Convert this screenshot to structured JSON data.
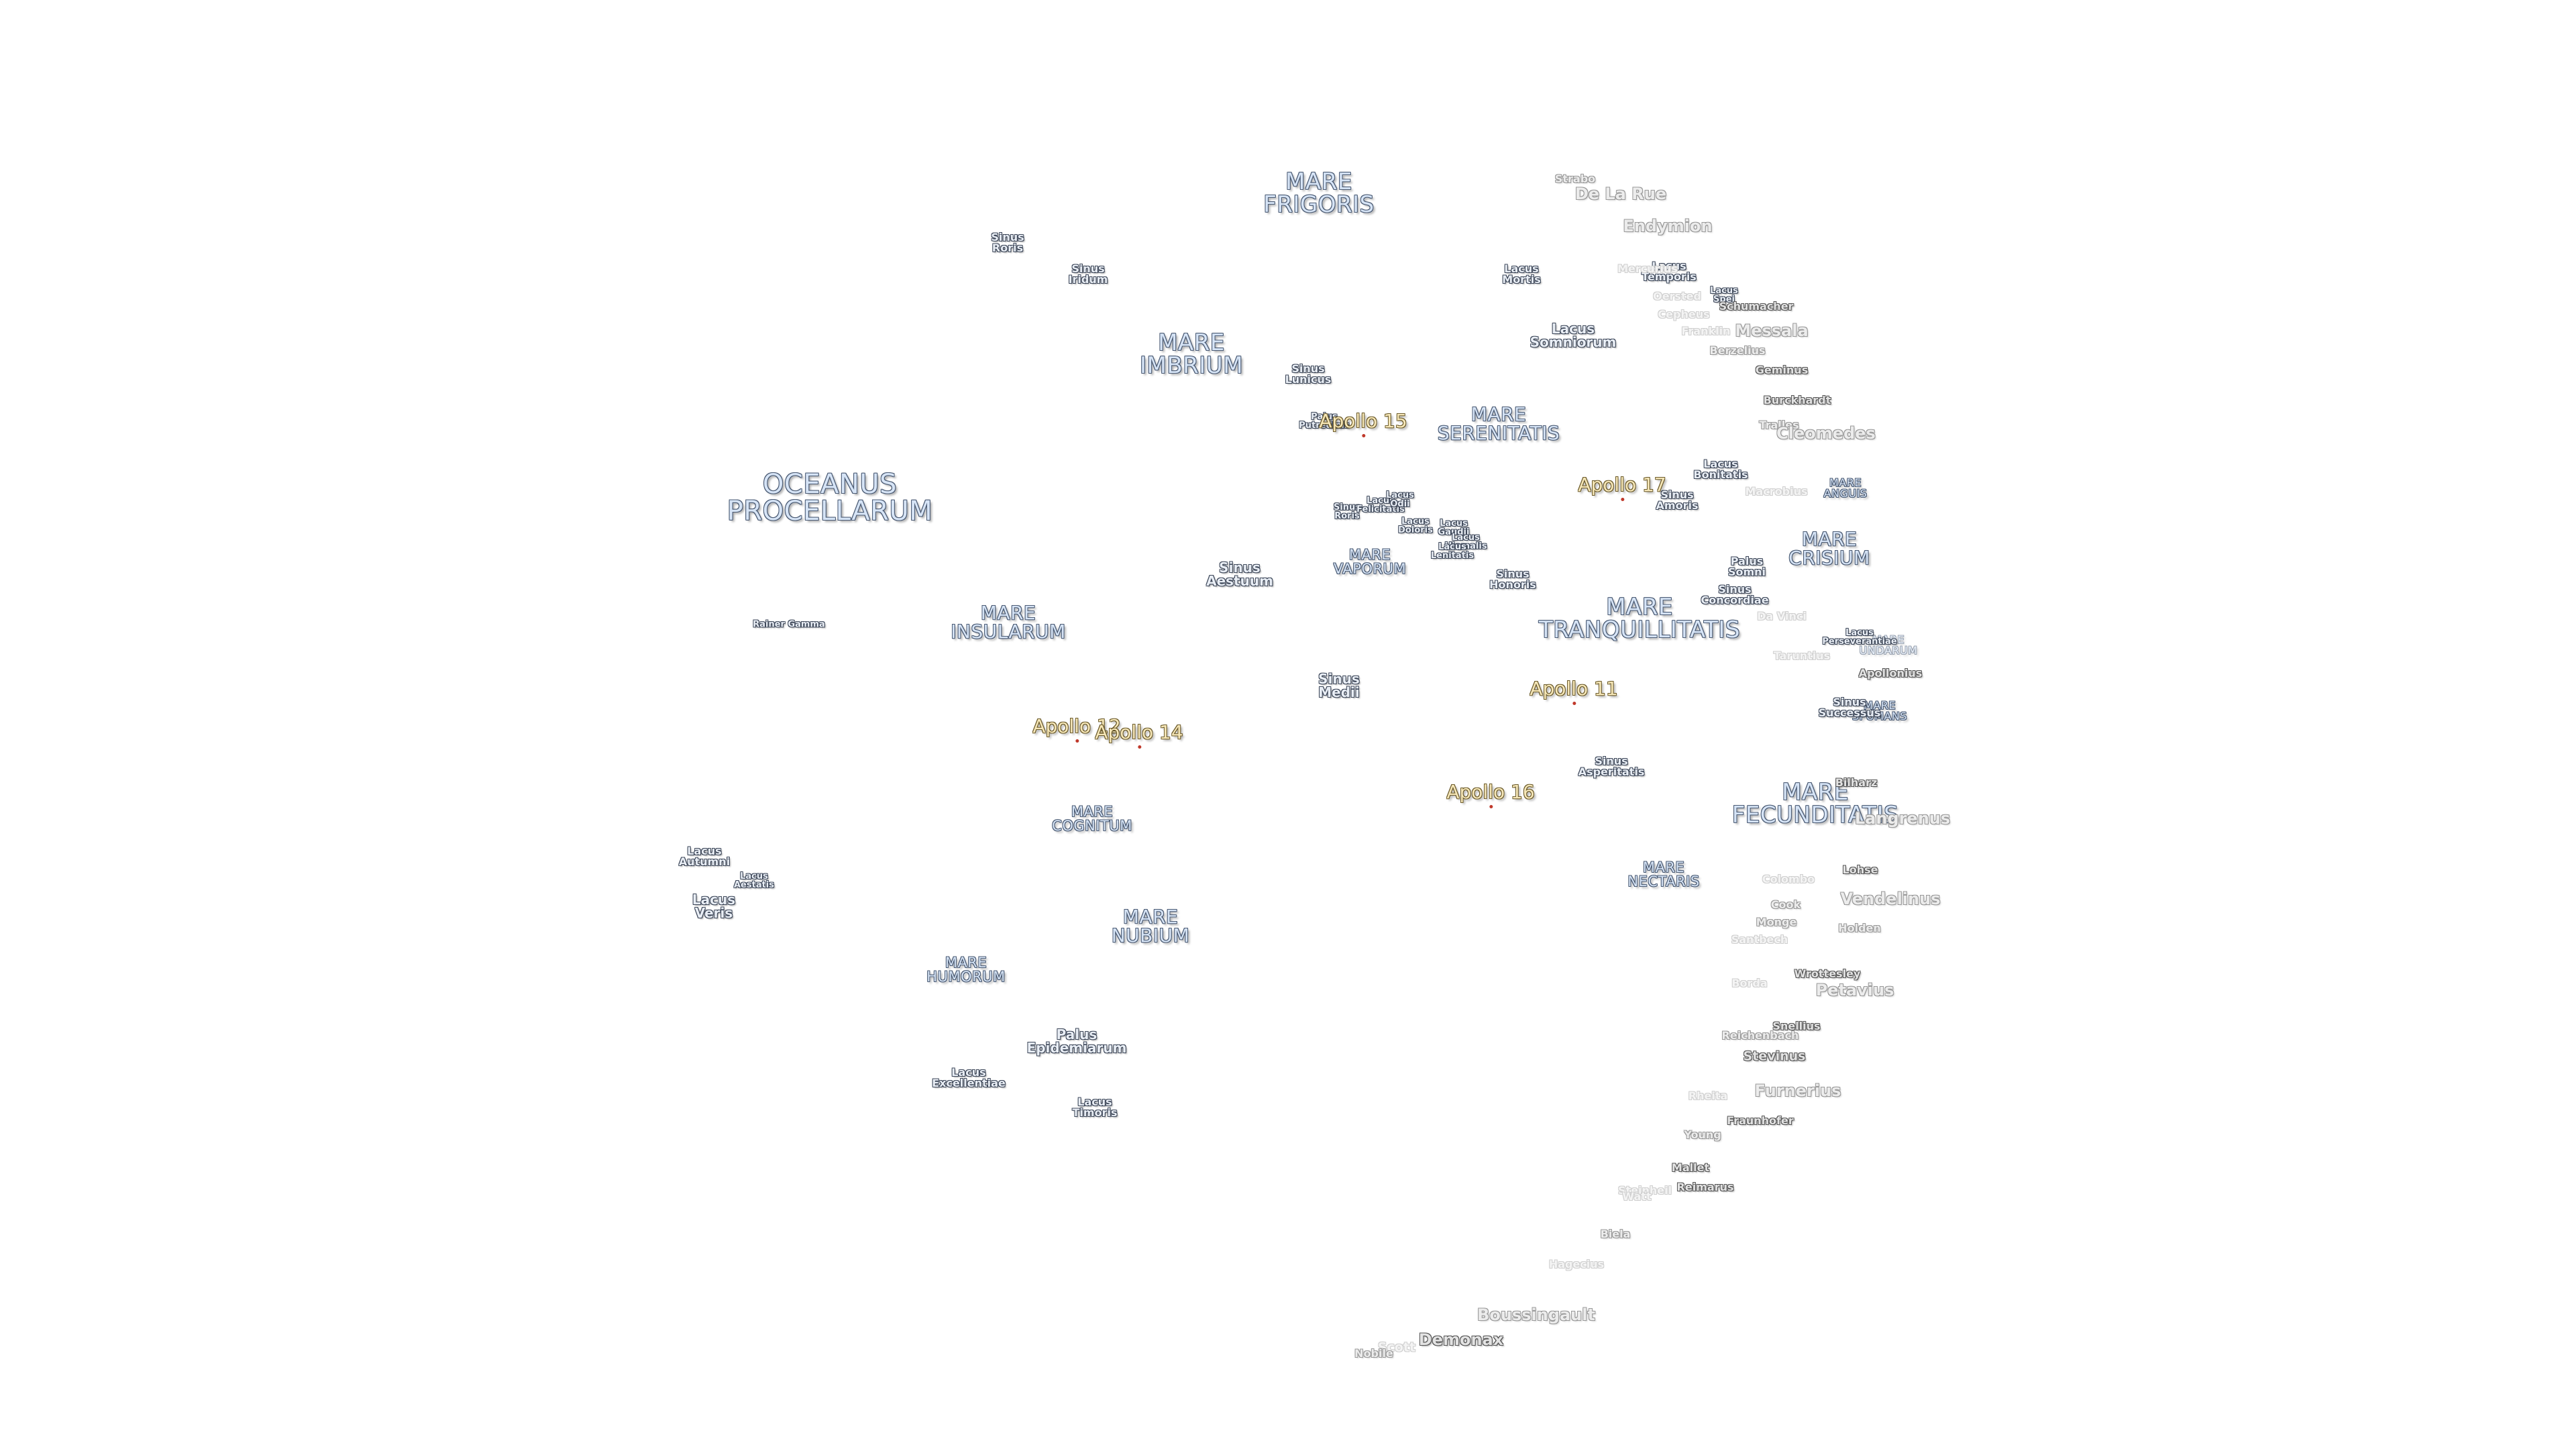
{
  "map": {
    "maria": [
      {
        "text": "OCEANUS\nPROCELLARUM",
        "size": "ocean"
      },
      {
        "text": "MARE\nFRIGORIS",
        "size": "mare-l"
      },
      {
        "text": "MARE\nIMBRIUM",
        "size": "mare-l"
      },
      {
        "text": "MARE\nSERENITATIS",
        "size": "mare-m"
      },
      {
        "text": "MARE\nTRANQUILLITATIS",
        "size": "mare-l"
      },
      {
        "text": "MARE\nCRISIUM",
        "size": "mare-m"
      },
      {
        "text": "MARE\nINSULARUM",
        "size": "mare-m"
      },
      {
        "text": "MARE\nVAPORUM",
        "size": "mare-s"
      },
      {
        "text": "MARE\nCOGNITUM",
        "size": "mare-s"
      },
      {
        "text": "MARE\nNUBIUM",
        "size": "mare-m"
      },
      {
        "text": "MARE\nHUMORUM",
        "size": "mare-s"
      },
      {
        "text": "MARE\nNECTARIS",
        "size": "mare-s"
      },
      {
        "text": "MARE\nFECUNDITATIS",
        "size": "mare-l"
      },
      {
        "text": "MARE\nANGUIS",
        "size": "mare-s"
      },
      {
        "text": "MARE\nUNDARUM",
        "size": "mare-s"
      },
      {
        "text": "MARE\nSPUMANS",
        "size": "mare-s"
      }
    ],
    "features": [
      {
        "text": "Sinus\nRoris",
        "size": "f-s"
      },
      {
        "text": "Sinus\nIridum",
        "size": "f-s"
      },
      {
        "text": "Sinus\nLunicus",
        "size": "f-s"
      },
      {
        "text": "Palus\nPutredinis",
        "size": "f-xs"
      },
      {
        "text": "Lacus\nMortis",
        "size": "f-s"
      },
      {
        "text": "Lacus\nSomniorum",
        "size": "f-m"
      },
      {
        "text": "Lacus\nTemporis",
        "size": "f-s"
      },
      {
        "text": "Lacus\nSpei",
        "size": "f-xs"
      },
      {
        "text": "Lacus\nBonitatis",
        "size": "f-s"
      },
      {
        "text": "Sinus\nAmoris",
        "size": "f-s"
      },
      {
        "text": "Palus\nSomni",
        "size": "f-s"
      },
      {
        "text": "Sinus\nConcordiae",
        "size": "f-s"
      },
      {
        "text": "Lacus\nPerseverantiae",
        "size": "f-xs"
      },
      {
        "text": "Sinus\nSuccessus",
        "size": "f-s"
      },
      {
        "text": "Sinus\nRoris",
        "size": "f-xs"
      },
      {
        "text": "Lacus\nFelicitatis",
        "size": "f-xs"
      },
      {
        "text": "Lacus\nOdii",
        "size": "f-xs"
      },
      {
        "text": "Lacus\nDoloris",
        "size": "f-xs"
      },
      {
        "text": "Lacus\nGaudii",
        "size": "f-xs"
      },
      {
        "text": "Lacus\nHiemalis",
        "size": "f-xs"
      },
      {
        "text": "Lacus\nLenitatis",
        "size": "f-xs"
      },
      {
        "text": "Sinus\nHonoris",
        "size": "f-s"
      },
      {
        "text": "Sinus\nAestuum",
        "size": "f-m"
      },
      {
        "text": "Sinus\nMedii",
        "size": "f-m"
      },
      {
        "text": "Sinus\nAsperitatis",
        "size": "f-s"
      },
      {
        "text": "Rainer Gamma",
        "size": "f-xs"
      },
      {
        "text": "Lacus\nAutumni",
        "size": "f-s"
      },
      {
        "text": "Lacus\nAestatis",
        "size": "f-xs"
      },
      {
        "text": "Lacus\nVeris",
        "size": "f-m"
      },
      {
        "text": "Palus\nEpidemiarum",
        "size": "f-m"
      },
      {
        "text": "Lacus\nExcellentiae",
        "size": "f-s"
      },
      {
        "text": "Lacus\nTimoris",
        "size": "f-s"
      }
    ],
    "craters": [
      {
        "text": "Strabo",
        "tone": "c-mid",
        "size": "c-s"
      },
      {
        "text": "De La Rue",
        "tone": "c-mid",
        "size": "c-l"
      },
      {
        "text": "Endymion",
        "tone": "c-mid",
        "size": "c-l"
      },
      {
        "text": "Mercurius",
        "tone": "c-faint",
        "size": "c-s"
      },
      {
        "text": "Oersted",
        "tone": "c-faint",
        "size": "c-s"
      },
      {
        "text": "Schumacher",
        "tone": "c-dark",
        "size": "c-s"
      },
      {
        "text": "Cepheus",
        "tone": "c-faint",
        "size": "c-s"
      },
      {
        "text": "Messala",
        "tone": "c-mid",
        "size": "c-l"
      },
      {
        "text": "Franklin",
        "tone": "c-faint",
        "size": "c-s"
      },
      {
        "text": "Berzelius",
        "tone": "c-mid",
        "size": "c-s"
      },
      {
        "text": "Geminus",
        "tone": "c-dark",
        "size": "c-s"
      },
      {
        "text": "Burckhardt",
        "tone": "c-dark",
        "size": "c-s"
      },
      {
        "text": "Tralles",
        "tone": "c-mid",
        "size": "c-s"
      },
      {
        "text": "Cleomedes",
        "tone": "c-mid",
        "size": "c-l"
      },
      {
        "text": "Macrobius",
        "tone": "c-faint",
        "size": "c-s"
      },
      {
        "text": "Da Vinci",
        "tone": "c-faint",
        "size": "c-s"
      },
      {
        "text": "Taruntius",
        "tone": "c-faint",
        "size": "c-s"
      },
      {
        "text": "Apollonius",
        "tone": "c-dark",
        "size": "c-s"
      },
      {
        "text": "Bilharz",
        "tone": "c-dark",
        "size": "c-s"
      },
      {
        "text": "Langrenus",
        "tone": "c-mid",
        "size": "c-l"
      },
      {
        "text": "Lohse",
        "tone": "c-dark",
        "size": "c-s"
      },
      {
        "text": "Colombo",
        "tone": "c-faint",
        "size": "c-s"
      },
      {
        "text": "Vendelinus",
        "tone": "c-mid",
        "size": "c-l"
      },
      {
        "text": "Cook",
        "tone": "c-mid",
        "size": "c-s"
      },
      {
        "text": "Monge",
        "tone": "c-mid",
        "size": "c-s"
      },
      {
        "text": "Holden",
        "tone": "c-mid",
        "size": "c-s"
      },
      {
        "text": "Santbech",
        "tone": "c-faint",
        "size": "c-s"
      },
      {
        "text": "Borda",
        "tone": "c-faint",
        "size": "c-s"
      },
      {
        "text": "Wrottesley",
        "tone": "c-dark",
        "size": "c-s"
      },
      {
        "text": "Petavius",
        "tone": "c-mid",
        "size": "c-l"
      },
      {
        "text": "Snellius",
        "tone": "c-dark",
        "size": "c-s"
      },
      {
        "text": "Reichenbach",
        "tone": "c-mid",
        "size": "c-s"
      },
      {
        "text": "Stevinus",
        "tone": "c-dark",
        "size": "c-m"
      },
      {
        "text": "Furnerius",
        "tone": "c-mid",
        "size": "c-l"
      },
      {
        "text": "Rheita",
        "tone": "c-faint",
        "size": "c-s"
      },
      {
        "text": "Fraunhofer",
        "tone": "c-dark",
        "size": "c-s"
      },
      {
        "text": "Young",
        "tone": "c-mid",
        "size": "c-s"
      },
      {
        "text": "Mallet",
        "tone": "c-dark",
        "size": "c-s"
      },
      {
        "text": "Steinheil",
        "tone": "c-faint",
        "size": "c-s"
      },
      {
        "text": "Watt",
        "tone": "c-faint",
        "size": "c-s"
      },
      {
        "text": "Reimarus",
        "tone": "c-dark",
        "size": "c-s"
      },
      {
        "text": "Biela",
        "tone": "c-mid",
        "size": "c-s"
      },
      {
        "text": "Hagecius",
        "tone": "c-faint",
        "size": "c-s"
      },
      {
        "text": "Boussingault",
        "tone": "c-mid",
        "size": "c-l"
      },
      {
        "text": "Demonax",
        "tone": "c-dark",
        "size": "c-l"
      },
      {
        "text": "Scott",
        "tone": "c-faint",
        "size": "c-m"
      },
      {
        "text": "Nobile",
        "tone": "c-mid",
        "size": "c-s"
      }
    ],
    "apollo_sites": [
      {
        "text": "Apollo 15"
      },
      {
        "text": "Apollo 17"
      },
      {
        "text": "Apollo 11"
      },
      {
        "text": "Apollo 12"
      },
      {
        "text": "Apollo 14"
      },
      {
        "text": "Apollo 16"
      }
    ]
  }
}
